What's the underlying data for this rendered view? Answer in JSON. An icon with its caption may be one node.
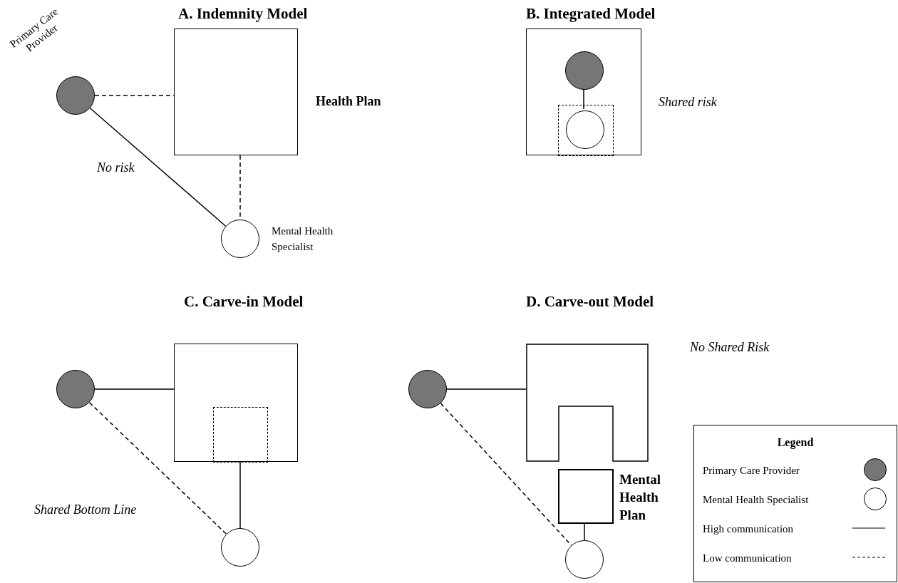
{
  "diagram": {
    "nodes": [
      {
        "text": [
          "Health Plan"
        ]
      },
      {
        "text": [
          "Primary Care Provider"
        ]
      },
      {
        "text": [
          "Mental Health Specialist"
        ]
      },
      {
        "text": [],
        "shape": "box"
      },
      {
        "text": [],
        "shape": "circle",
        "in": 3
      },
      {
        "text": [],
        "shape": "box",
        "in": 3
      },
      {
        "text": [],
        "shape": "circle",
        "in": 5
      },
      {
        "text": [],
        "shape": "box"
      },
      {
        "text": [],
        "shape": "box",
        "in": 7
      },
      {
        "text": [],
        "shape": "circle"
      },
      {
        "text": [],
        "shape": "circle"
      },
      {
        "text": [],
        "shape": "box"
      },
      {
        "text": [],
        "shape": "circle"
      },
      {
        "text": [
          "Mental Health Plan"
        ]
      },
      {
        "text": [],
        "shape": "circle"
      }
    ],
    "edges": [
      {
        "from": 1,
        "to": 0,
        "arrow": "none",
        "style": "dashed"
      },
      {
        "from": 0,
        "to": 2,
        "arrow": "none",
        "style": "dashed"
      },
      {
        "from": 1,
        "to": 2,
        "arrow": "none"
      },
      {
        "from": 4,
        "to": 6,
        "arrow": "none"
      },
      {
        "from": 9,
        "to": 7,
        "arrow": "none"
      },
      {
        "from": 7,
        "to": 10,
        "arrow": "none"
      },
      {
        "from": 9,
        "to": 10,
        "arrow": "none",
        "style": "dashed"
      },
      {
        "from": 12,
        "to": 11,
        "arrow": "none"
      },
      {
        "from": 13,
        "to": 14,
        "arrow": "none"
      },
      {
        "from": 12,
        "to": 14,
        "arrow": "none",
        "style": "dashed"
      }
    ],
    "labels": [
      "A. Indemnity Model",
      "B. Integrated Model",
      "No risk",
      "Shared risk",
      "C. Carve-in Model",
      "D. Carve-out Model",
      "No Shared Risk",
      "Shared Bottom Line",
      "Legend"
    ],
    "legend": [
      {
        "text": "Primary Care Provider"
      },
      {
        "text": "Mental Health Specialist"
      },
      {
        "text": "High communication"
      },
      {
        "text": "Low communication"
      }
    ]
  }
}
